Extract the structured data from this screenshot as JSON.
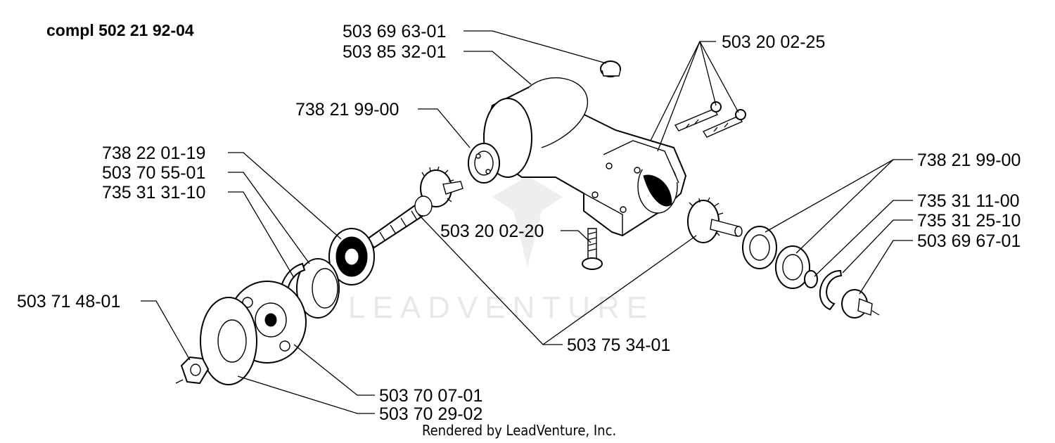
{
  "title": "compl 502 21 92-04",
  "footer": "Rendered by LeadVenture, Inc.",
  "watermark": "LEADVENTURE",
  "part_labels": [
    "503 69 63-01",
    "503 85 32-01",
    "503 20 02-25",
    "738 21 99-00",
    "738 22 01-19",
    "503 70 55-01",
    "735 31 31-10",
    "503 20 02-20",
    "738 21 99-00",
    "735 31 11-00",
    "735 31 25-10",
    "503 69 67-01",
    "503 71 48-01",
    "503 75 34-01",
    "503 70 07-01",
    "503 70 29-02"
  ]
}
